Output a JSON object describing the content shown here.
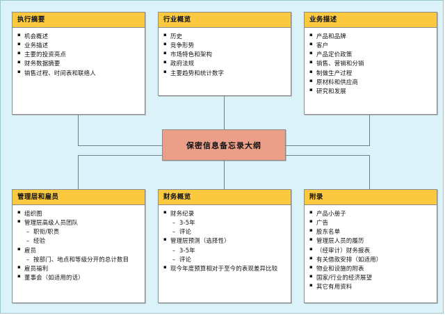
{
  "diagram": {
    "title": "保密信息备忘录大纲",
    "background_color": "#dbf2f8",
    "header_color": "#fbc940",
    "center_color": "#eb9f88",
    "nodes": [
      {
        "id": "executive-summary",
        "header": "执行摘要",
        "items": [
          {
            "level": 1,
            "text": "机会概述"
          },
          {
            "level": 1,
            "text": "业务描述"
          },
          {
            "level": 1,
            "text": "主要的投资亮点"
          },
          {
            "level": 1,
            "text": "财务数据摘要"
          },
          {
            "level": 1,
            "text": "销售过程、时间表和联络人"
          }
        ]
      },
      {
        "id": "industry-overview",
        "header": "行业概览",
        "items": [
          {
            "level": 1,
            "text": "历史"
          },
          {
            "level": 1,
            "text": "竞争形势"
          },
          {
            "level": 1,
            "text": "市场特色和架构"
          },
          {
            "level": 1,
            "text": "政府法规"
          },
          {
            "level": 1,
            "text": "主要趋势和统计数字"
          }
        ]
      },
      {
        "id": "business-description",
        "header": "业务描述",
        "items": [
          {
            "level": 1,
            "text": "产品和品牌"
          },
          {
            "level": 1,
            "text": "客户"
          },
          {
            "level": 1,
            "text": "产品定价政策"
          },
          {
            "level": 1,
            "text": "销售、营销和分销"
          },
          {
            "level": 1,
            "text": "制做生产过程"
          },
          {
            "level": 1,
            "text": "原材料和供应商"
          },
          {
            "level": 1,
            "text": "研究和发展"
          }
        ]
      },
      {
        "id": "management-and-employees",
        "header": "管理层和雇员",
        "items": [
          {
            "level": 1,
            "text": "组织图"
          },
          {
            "level": 1,
            "text": "管理层高级人员团队"
          },
          {
            "level": 2,
            "text": "职衔/职责"
          },
          {
            "level": 2,
            "text": "经验"
          },
          {
            "level": 1,
            "text": "雇员"
          },
          {
            "level": 2,
            "text": "按部门、地点和等级分开的总计数目"
          },
          {
            "level": 1,
            "text": "雇员福利"
          },
          {
            "level": 1,
            "text": "董事会（如适用的话）"
          }
        ]
      },
      {
        "id": "financial-overview",
        "header": "财务概览",
        "items": [
          {
            "level": 1,
            "text": "财务纪录"
          },
          {
            "level": 2,
            "text": "3-5年"
          },
          {
            "level": 2,
            "text": "评论"
          },
          {
            "level": 1,
            "text": "管理层预测（选择性）"
          },
          {
            "level": 2,
            "text": "3-5年"
          },
          {
            "level": 2,
            "text": "评论"
          },
          {
            "level": 1,
            "text": "现今年度预算相对于至今的表现差异比较"
          }
        ]
      },
      {
        "id": "appendix",
        "header": "附录",
        "items": [
          {
            "level": 1,
            "text": "产品小册子"
          },
          {
            "level": 1,
            "text": "广告"
          },
          {
            "level": 1,
            "text": "股东名单"
          },
          {
            "level": 1,
            "text": "管理层人员的履历"
          },
          {
            "level": 1,
            "text": "（经审计）财务报表"
          },
          {
            "level": 1,
            "text": "有关借款安排（如适用）"
          },
          {
            "level": 1,
            "text": "物业和设施的附表"
          },
          {
            "level": 1,
            "text": "国家/行业的经济展望"
          },
          {
            "level": 1,
            "text": "其它有用资料"
          }
        ]
      }
    ]
  }
}
